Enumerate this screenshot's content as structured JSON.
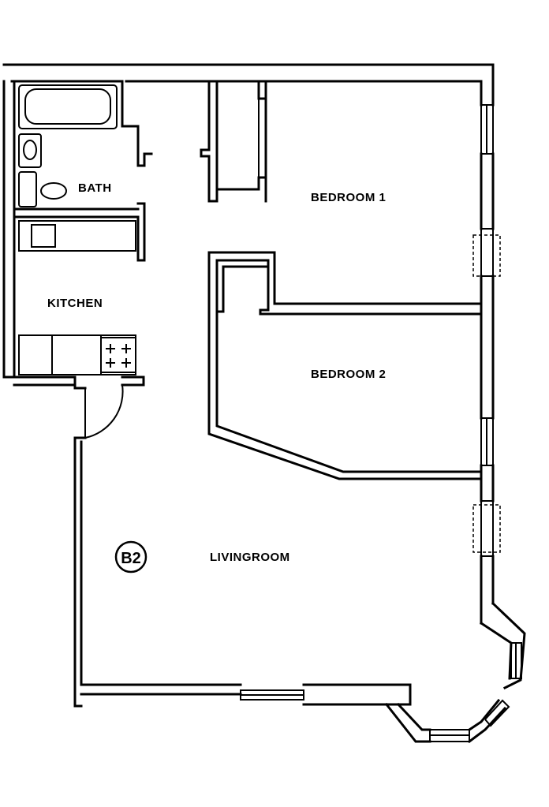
{
  "rooms": {
    "bath": "BATH",
    "kitchen": "KITCHEN",
    "bedroom1": "BEDROOM 1",
    "bedroom2": "BEDROOM 2",
    "livingroom": "LIVINGROOM"
  },
  "unit_id": "B2"
}
